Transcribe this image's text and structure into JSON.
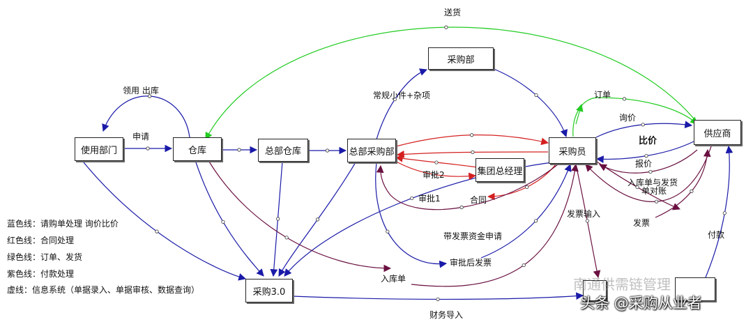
{
  "nodes": {
    "user_dept": "使用部门",
    "warehouse": "仓库",
    "hq_warehouse": "总部仓库",
    "hq_procurement": "总部采购部",
    "procurement_dept": "采购部",
    "group_gm": "集团总经理",
    "buyer": "采购员",
    "supplier": "供应商",
    "procurement_sys": "采购3.0"
  },
  "edge_labels": {
    "deliver_top": "送货",
    "use_out": "领用  出库",
    "apply": "申请",
    "small_items": "常规小件+杂项",
    "order": "订单",
    "inquiry": "询价",
    "compare": "比价",
    "quote": "报价",
    "inbound_delivery": "入库单与发货",
    "statement": "单对账",
    "approve2": "审批2",
    "approve1": "审批1",
    "contract": "合同",
    "invoice_input": "发票输入",
    "invoice": "发票",
    "payment": "付款",
    "invoice_fund_request": "带发票资金申请",
    "post_approval_invoice": "审批后发票",
    "inbound_doc": "入库单",
    "finance_import": "财务导入"
  },
  "legend": [
    "蓝色线：请购单处理 询价比价",
    "红色线：合同处理",
    "绿色线：订单、发货",
    "紫色线：付款处理",
    "虚线：信息系统（单据录入、单据审核、数据查询）"
  ],
  "watermark": {
    "faint": "南通供需链管理",
    "credit": "头条 @采购从业者"
  },
  "colors": {
    "blue": "#1a1aa8",
    "red": "#d42020",
    "green": "#22cc22",
    "purple": "#6a1040",
    "node_border": "#222222"
  }
}
